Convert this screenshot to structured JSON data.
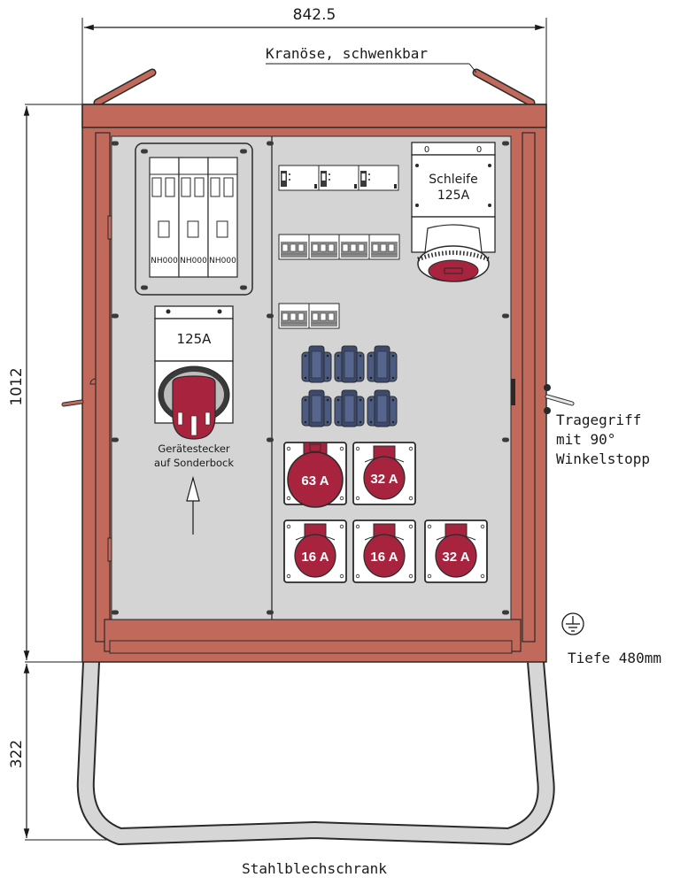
{
  "drawing": {
    "title": "Stahlblechschrank",
    "colors": {
      "housing": "#c1695a",
      "panel": "#d4d4d4",
      "outline": "#2a2a2a",
      "socket_red": "#a8243e",
      "schuko_blue": "#4a5a80",
      "frame_gray": "#d6d6d6"
    }
  },
  "dimensions": {
    "width": "842.5",
    "height": "1012",
    "frame_height": "322",
    "depth": "Tiefe 480mm"
  },
  "annotations": {
    "crane_eye": "Kranöse, schwenkbar",
    "handle_line1": "Tragegriff",
    "handle_line2": "mit 90°",
    "handle_line3": "Winkelstopp",
    "plug_line1": "Gerätestecker",
    "plug_line2": "auf Sonderbock",
    "ground_symbol": "ground-symbol"
  },
  "fuse_block": {
    "fuses": [
      {
        "label": "NH000"
      },
      {
        "label": "NH000"
      },
      {
        "label": "NH000"
      }
    ]
  },
  "inlet_plug": {
    "rating": "125A"
  },
  "loop_socket": {
    "line1": "Schleife",
    "line2": "125A",
    "switch_left": "0",
    "switch_right": "0"
  },
  "breakers": {
    "rcd_count": 3,
    "mcb_row1_count": 4,
    "mcb_row2_count": 2
  },
  "schuko_sockets": {
    "count": 6
  },
  "cee_sockets": [
    {
      "rating": "63 A"
    },
    {
      "rating": "32 A"
    },
    {
      "rating": "16 A"
    },
    {
      "rating": "16 A"
    },
    {
      "rating": "32 A"
    }
  ]
}
